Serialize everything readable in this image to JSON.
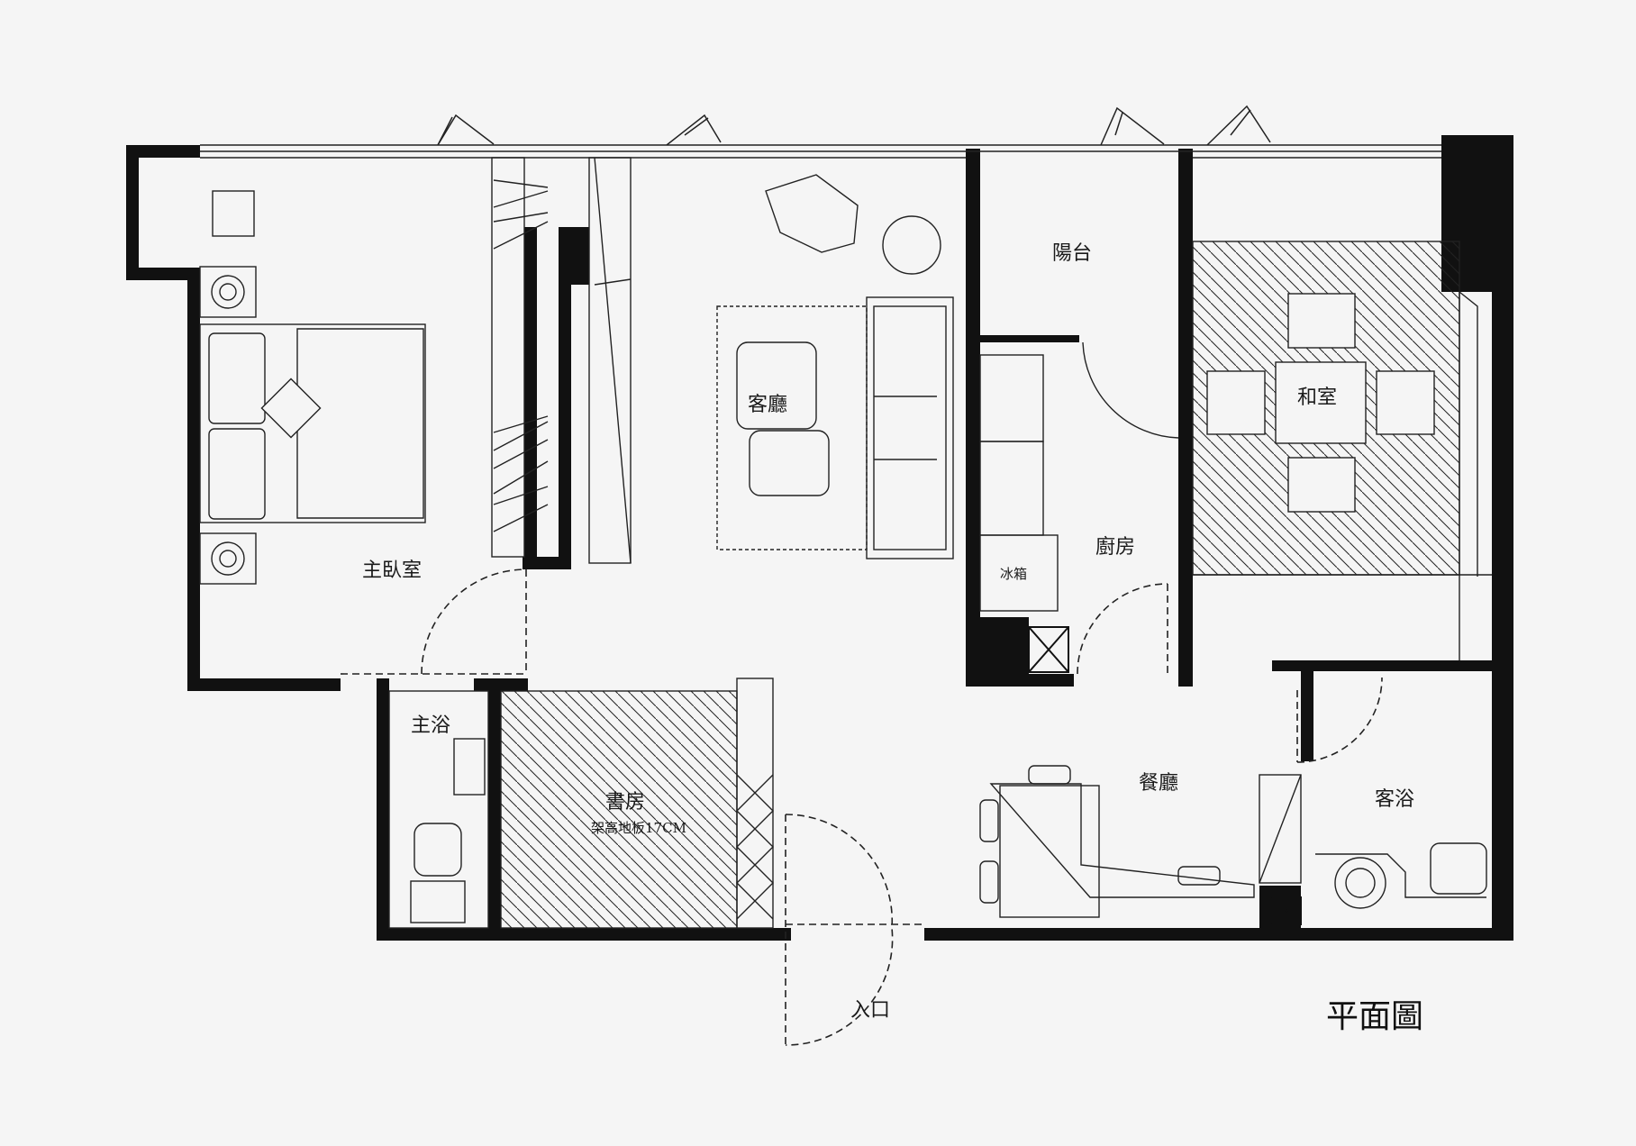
{
  "title": "平面圖",
  "rooms": {
    "master_bedroom": "主臥室",
    "living_room": "客廳",
    "balcony": "陽台",
    "japanese_room": "和室",
    "kitchen": "廚房",
    "fridge": "冰箱",
    "master_bath": "主浴",
    "study": "書房",
    "study_note": "架高地板17CM",
    "dining": "餐廳",
    "guest_bath": "客浴",
    "entrance": "入口"
  }
}
